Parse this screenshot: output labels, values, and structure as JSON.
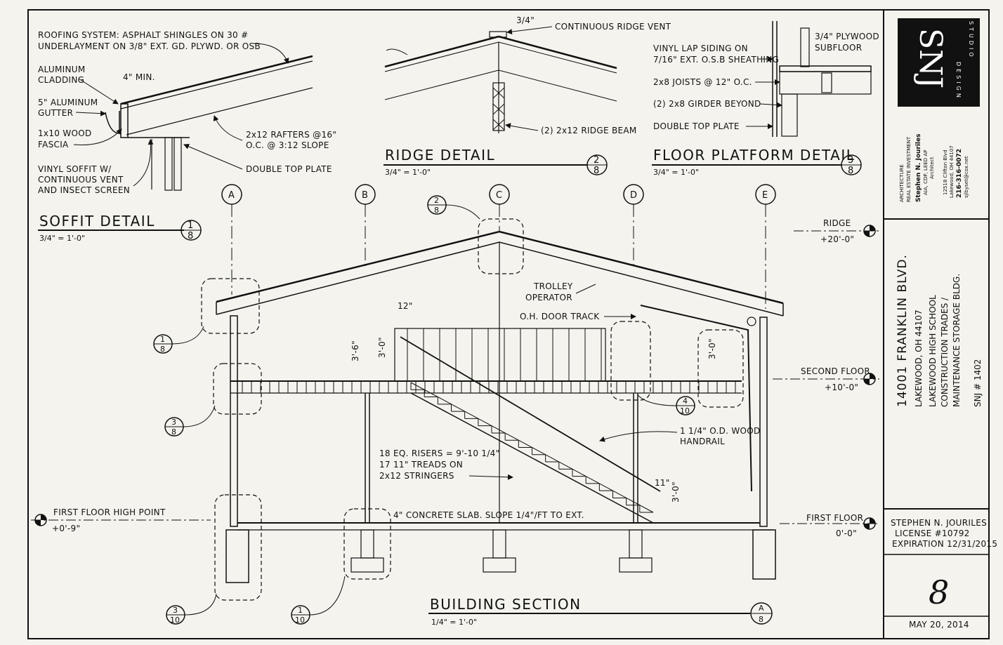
{
  "soffit_detail": {
    "roofing_note_line1": "ROOFING SYSTEM: ASPHALT SHINGLES ON 30 #",
    "roofing_note_line2": "UNDERLAYMENT ON 3/8\" EXT. GD. PLYWD. OR OSB",
    "aluminum_cladding_1": "ALUMINUM",
    "aluminum_cladding_2": "CLADDING",
    "min_dim": "4\" MIN.",
    "gutter_1": "5\" ALUMINUM",
    "gutter_2": "GUTTER",
    "fascia_1": "1x10 WOOD",
    "fascia_2": "FASCIA",
    "soffit_1": "VINYL SOFFIT W/",
    "soffit_2": "CONTINUOUS VENT",
    "soffit_3": "AND INSECT SCREEN",
    "rafters_1": "2x12 RAFTERS @16\"",
    "rafters_2": "O.C. @ 3:12 SLOPE",
    "double_top_plate": "DOUBLE TOP PLATE",
    "title": "SOFFIT DETAIL",
    "scale": "3/4\" = 1'-0\"",
    "tag_num": "1",
    "tag_sheet": "8"
  },
  "ridge_detail": {
    "vent_dim": "3/4\"",
    "vent_note": "CONTINUOUS RIDGE VENT",
    "beam_note": "(2) 2x12 RIDGE BEAM",
    "title": "RIDGE DETAIL",
    "scale": "3/4\" = 1'-0\"",
    "tag_num": "2",
    "tag_sheet": "8"
  },
  "floor_detail": {
    "siding_1": "VINYL LAP SIDING ON",
    "siding_2": "7/16\" EXT. O.S.B SHEATHING",
    "subfloor_1": "3/4\" PLYWOOD",
    "subfloor_2": "SUBFLOOR",
    "joists": "2x8 JOISTS @ 12\" O.C.",
    "girder": "(2) 2x8 GIRDER BEYOND",
    "top_plate": "DOUBLE TOP PLATE",
    "title": "FLOOR PLATFORM DETAIL",
    "scale": "3/4\" = 1'-0\"",
    "tag_num": "3",
    "tag_sheet": "8"
  },
  "grid_lines": [
    "A",
    "B",
    "C",
    "D",
    "E"
  ],
  "section": {
    "ridge_label": "RIDGE",
    "ridge_elev": "+20'-0\"",
    "second_floor_label": "SECOND FLOOR",
    "second_floor_elev": "+10'-0\"",
    "first_floor_label": "FIRST FLOOR",
    "first_floor_elev": "0'-0\"",
    "high_point_label": "FIRST FLOOR HIGH POINT",
    "high_point_elev": "+0'-9\"",
    "trolley_1": "TROLLEY",
    "trolley_2": "OPERATOR",
    "door_track": "O.H. DOOR TRACK",
    "dim_12": "12\"",
    "dim_36": "3'-6\"",
    "dim_30": "3'-0\"",
    "dim_30b": "3'-0\"",
    "dim_11": "11\"",
    "dim_30c": "3'-0\"",
    "handrail_1": "1 1/4\" O.D. WOOD",
    "handrail_2": "HANDRAIL",
    "stair_1": "18 EQ. RISERS = 9'-10 1/4\"",
    "stair_2": "17 11\" TREADS ON",
    "stair_3": "2x12 STRINGERS",
    "slab_note": "4\" CONCRETE SLAB.   SLOPE 1/4\"/FT TO EXT.",
    "title": "BUILDING SECTION",
    "scale": "1/4\" = 1'-0\""
  },
  "detail_tags": [
    {
      "num": "2",
      "sheet": "8"
    },
    {
      "num": "1",
      "sheet": "8"
    },
    {
      "num": "3",
      "sheet": "8"
    },
    {
      "num": "4",
      "sheet": "10"
    },
    {
      "num": "3",
      "sheet": "10"
    },
    {
      "num": "1",
      "sheet": "10"
    },
    {
      "num": "A",
      "sheet": "8"
    }
  ],
  "title_block": {
    "logo": "SNJ",
    "logo_sub1": "DESIGN",
    "logo_sub2": "STUDIO",
    "firm_line1": "ARCHITECTURE",
    "firm_line2": "REAL ESTATE INVESTMENT",
    "person": "Stephen N. Jouriles",
    "credentials": "AIA, CDP, LEED AP",
    "role": "Architect",
    "addr1": "12518 Clifton Blvd",
    "addr2": "Lakewood, OH 44107",
    "phone": "216-316-0072",
    "email": "sjlbyset@cox.net",
    "project_addr": "14001 FRANKLIN BLVD.",
    "project_city": "LAKEWOOD, OH 44107",
    "project_name1": "LAKEWOOD HIGH SCHOOL",
    "project_name2": "CONSTRUCTION TRADES /",
    "project_name3": "MAINTENANCE STORAGE BLDG.",
    "project_no": "SNJ # 1402",
    "license_1": "STEPHEN N. JOURILES",
    "license_2": "LICENSE #10792",
    "license_3": "EXPIRATION 12/31/2015",
    "sheet_number": "8",
    "date": "MAY 20, 2014"
  }
}
